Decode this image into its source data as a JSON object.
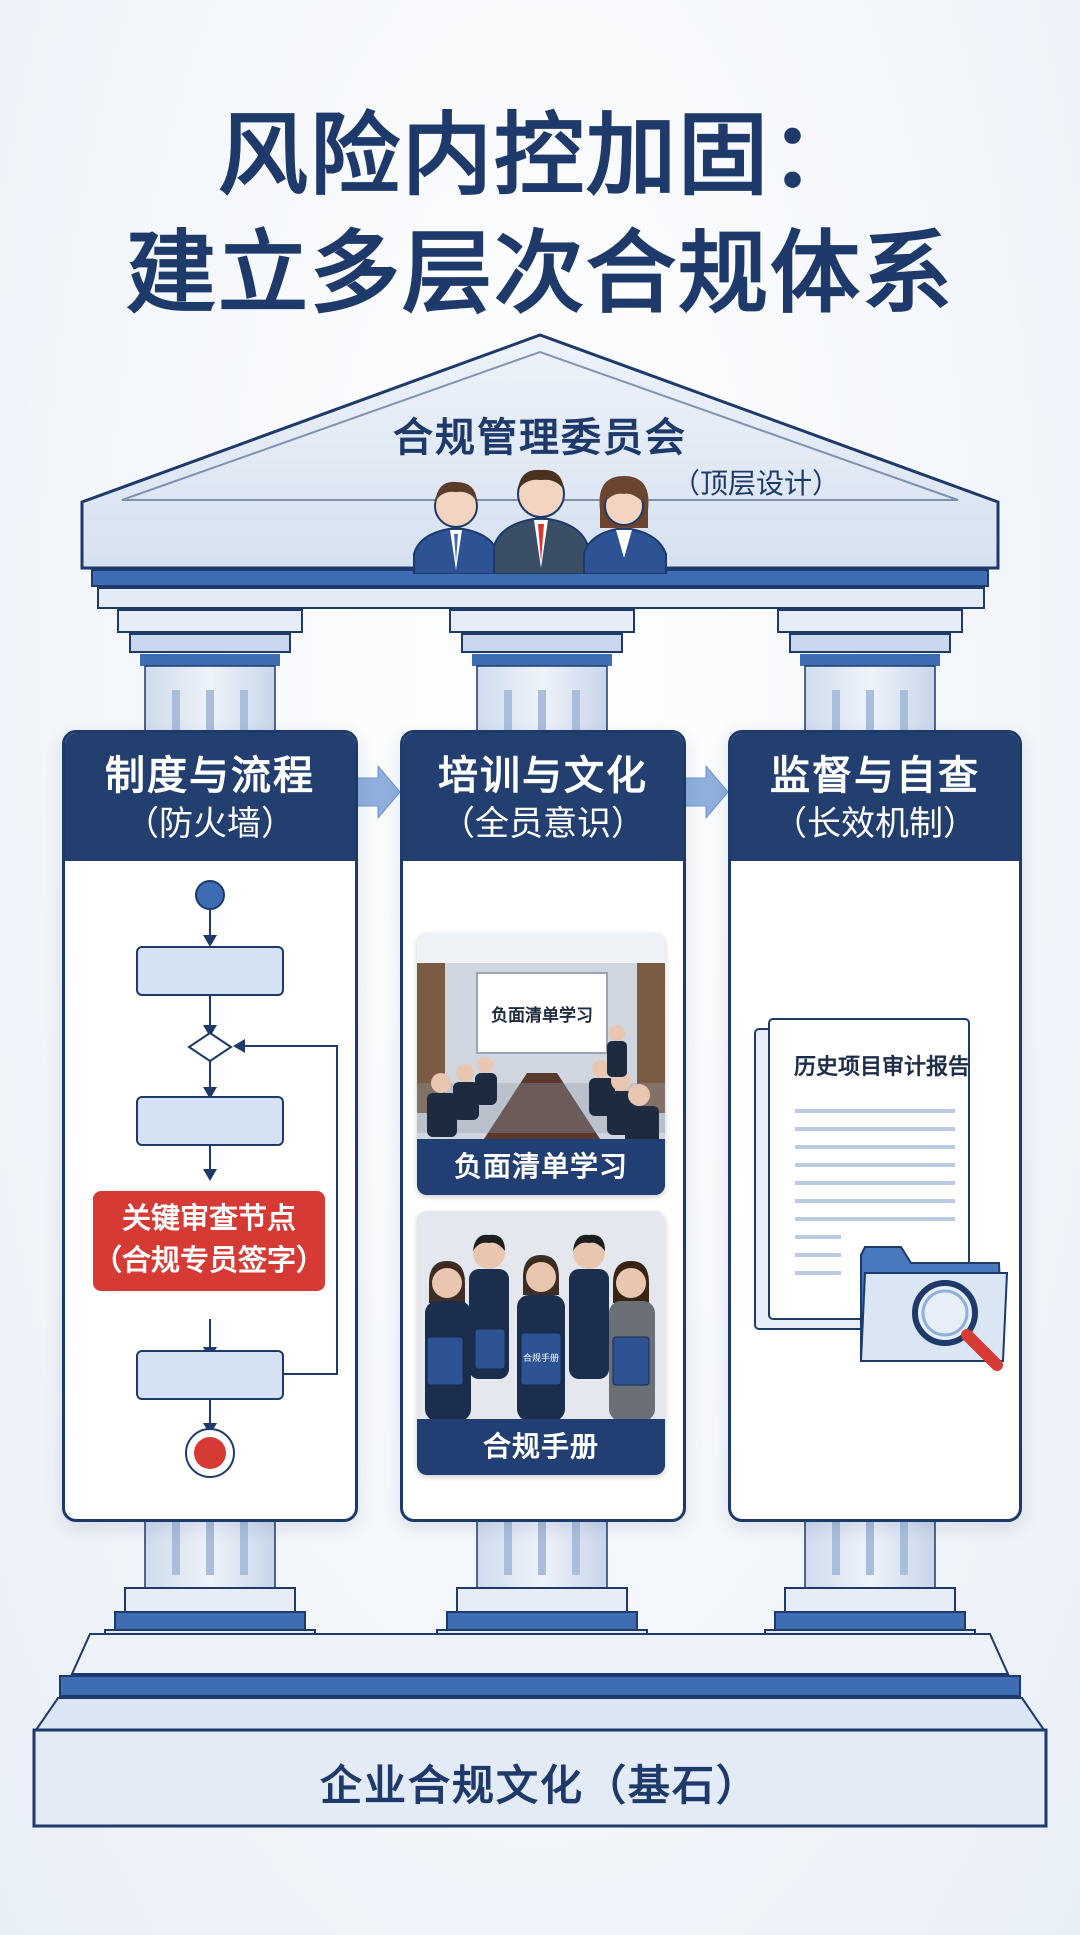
{
  "title": {
    "line1": "风险内控加固：",
    "line2": "建立多层次合规体系"
  },
  "roof": {
    "name": "合规管理委员会",
    "subtitle": "（顶层设计）"
  },
  "pillars": [
    {
      "title": "制度与流程",
      "subtitle": "（防火墙）",
      "critical_node": {
        "line1": "关键审查节点",
        "line2": "（合规专员签字）"
      }
    },
    {
      "title": "培训与文化",
      "subtitle": "（全员意识）",
      "photos": [
        {
          "screen_text": "负面清单学习",
          "caption": "负面清单学习"
        },
        {
          "caption": "合规手册",
          "book_text": "合规手册"
        }
      ]
    },
    {
      "title": "监督与自查",
      "subtitle": "（长效机制）",
      "report_title": "历史项目审计报告"
    }
  ],
  "foundation": {
    "label": "企业合规文化（基石）"
  },
  "colors": {
    "navy": "#1e3a6a",
    "header_blue": "#223f70",
    "light_blue": "#dbe6f4",
    "critical_red": "#d63a35"
  },
  "icons": [
    "committee-people-icon",
    "flowchart-icon",
    "document-report-icon",
    "folder-icon",
    "magnifier-icon",
    "arrow-right-icon"
  ]
}
